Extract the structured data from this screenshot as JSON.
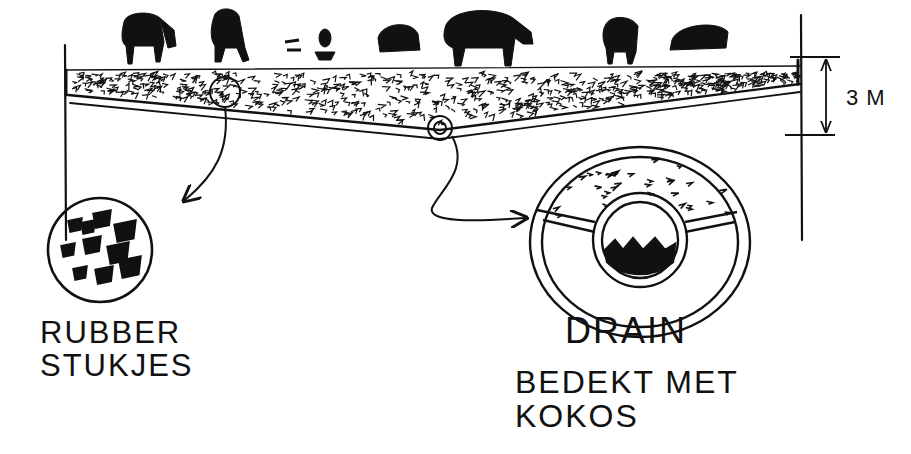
{
  "diagram": {
    "nodes": [
      {
        "text": [
          "RUBBER STUKJES"
        ]
      },
      {
        "text": [
          "DRAIN",
          "BEDEKT MET KOKOS"
        ]
      }
    ],
    "labels": [
      "3 M"
    ]
  }
}
